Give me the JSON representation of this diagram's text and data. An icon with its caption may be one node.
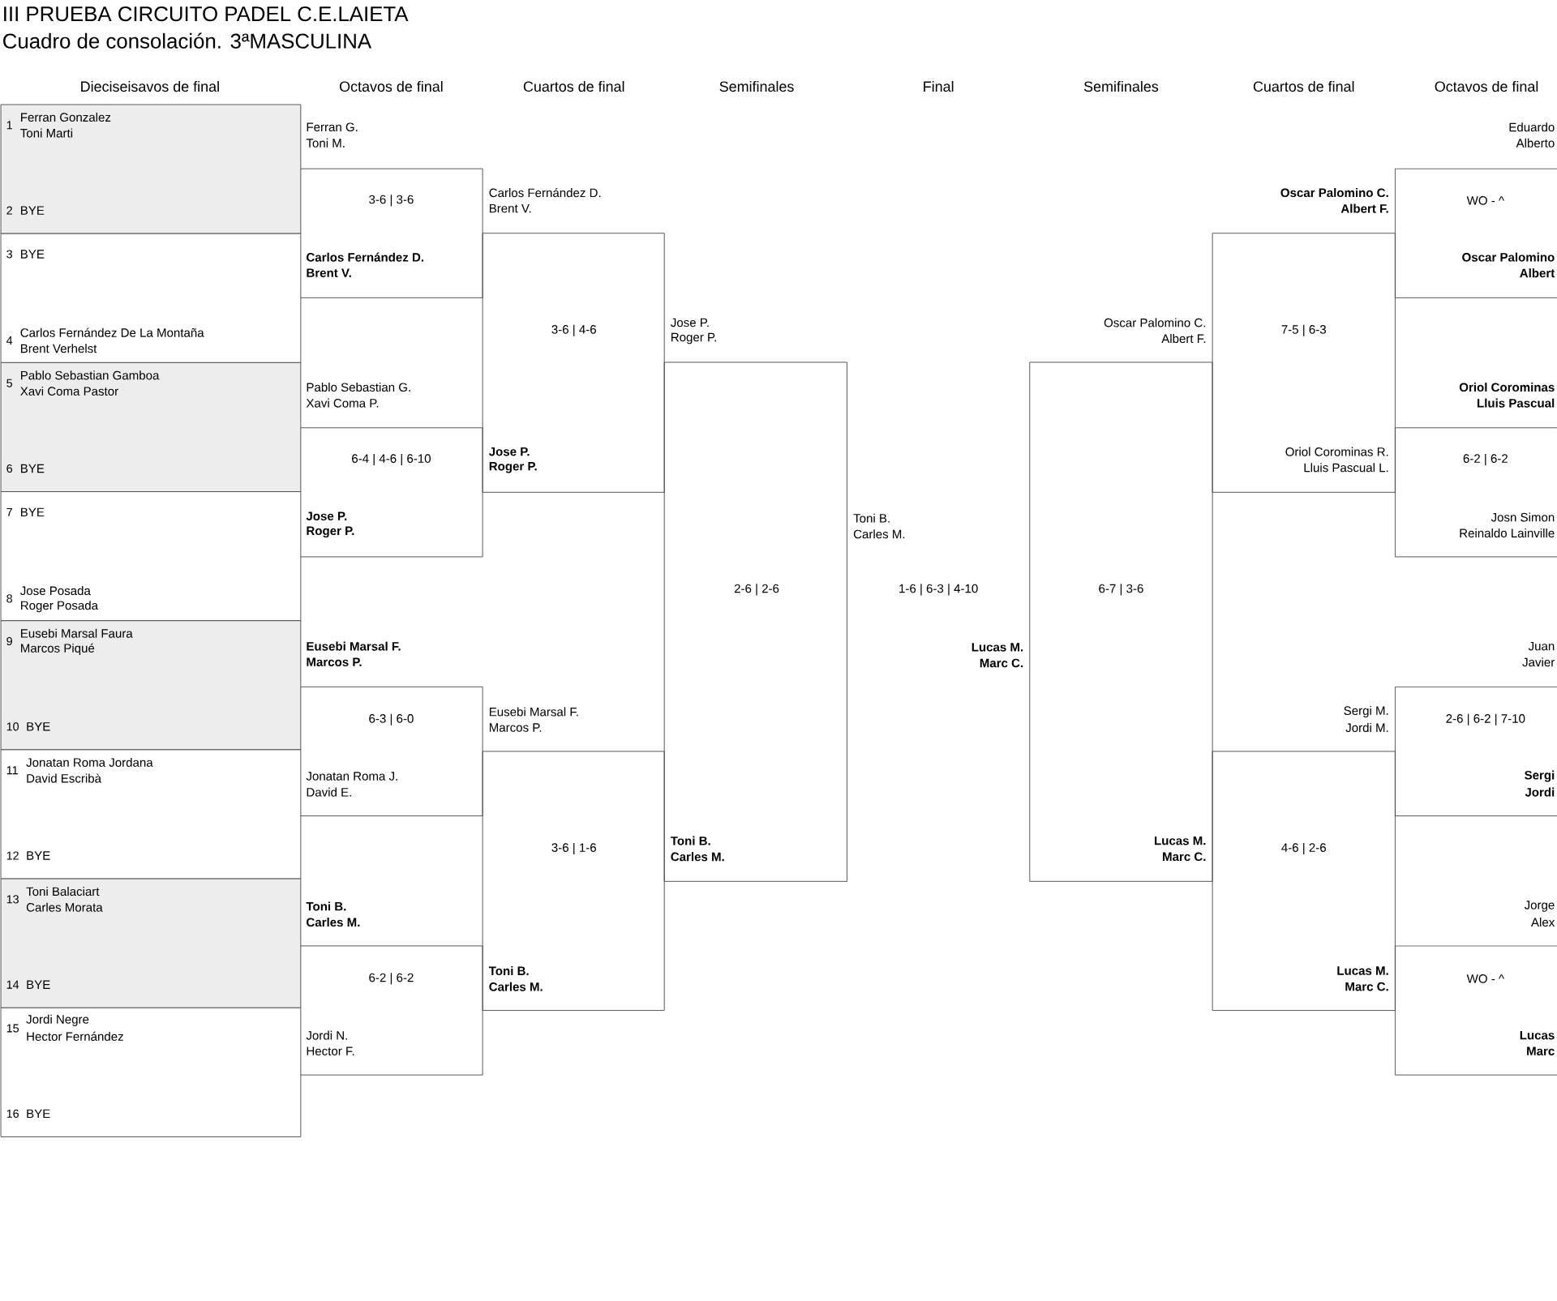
{
  "diagram": {
    "title": "III PRUEBA CIRCUITO PADEL C.E.LAIETA",
    "nodes": [
      {
        "text": [
          "1",
          "Ferran Gonzalez",
          "Toni Marti",
          "2",
          "BYE"
        ]
      },
      {
        "text": [
          "3",
          "BYE",
          "4",
          "Carlos Fernández De La Montaña",
          "Brent Verhelst"
        ]
      },
      {
        "text": [
          "5",
          "Pablo Sebastian Gamboa",
          "Xavi Coma Pastor",
          "6",
          "BYE"
        ]
      },
      {
        "text": [
          "7",
          "BYE",
          "8",
          "Jose Posada",
          "Roger Posada"
        ]
      },
      {
        "text": [
          "9",
          "Eusebi Marsal Faura",
          "Marcos Piqué",
          "10",
          "BYE"
        ]
      },
      {
        "text": [
          "11",
          "Jonatan Roma Jordana",
          "David Escribà",
          "12",
          "BYE"
        ]
      },
      {
        "text": [
          "13",
          "Toni Balaciart",
          "Carles Morata",
          "14",
          "BYE"
        ]
      },
      {
        "text": [
          "15",
          "Jordi Negre",
          "Hector Fernández",
          "16",
          "BYE"
        ]
      }
    ],
    "labels": [
      "Cuadro de consolación. 3ªMASCULINA",
      "Dieciseisavos de final",
      "Octavos de final",
      "Cuartos de final",
      "Semifinales",
      "Final",
      "Semifinales",
      "Cuartos de final",
      "Octavos de final",
      "Ferran G.",
      "Toni M.",
      "3-6 | 3-6",
      "Carlos Fernández D.",
      "Brent V.",
      "Pablo Sebastian G.",
      "Xavi Coma P.",
      "6-4 | 4-6 | 6-10",
      "Jose P.",
      "Roger P.",
      "Eusebi Marsal F.",
      "Marcos P.",
      "6-3 | 6-0",
      "Jonatan Roma J.",
      "David E.",
      "Toni B.",
      "Carles M.",
      "6-2 | 6-2",
      "Jordi N.",
      "Hector F.",
      "Carlos Fernández D.",
      "Brent V.",
      "3-6 | 4-6",
      "Jose P.",
      "Roger P.",
      "Eusebi Marsal F.",
      "Marcos P.",
      "3-6 | 1-6",
      "Toni B.",
      "Carles M.",
      "Jose P.",
      "Roger P.",
      "2-6 | 2-6",
      "Toni B.",
      "Carles M.",
      "Toni B.",
      "Carles M.",
      "1-6 | 6-3 | 4-10",
      "Lucas M.",
      "Marc C.",
      "Oscar Palomino C.",
      "Albert F.",
      "6-7 | 3-6",
      "Lucas M.",
      "Marc C.",
      "Oscar Palomino C.",
      "Albert F.",
      "7-5 | 6-3",
      "Oriol Corominas R.",
      "Lluis Pascual L.",
      "Sergi M.",
      "Jordi M.",
      "4-6 | 2-6",
      "Lucas M.",
      "Marc C.",
      "Eduardo",
      "Alberto",
      "WO - ^",
      "Oscar Palomino",
      "Albert",
      "Oriol Corominas",
      "Lluis Pascual",
      "6-2 | 6-2",
      "Josn Simon",
      "Reinaldo Lainville",
      "Juan",
      "Javier",
      "2-6 | 6-2 | 7-10",
      "Sergi",
      "Jordi",
      "Jorge",
      "Alex",
      "WO - ^",
      "Lucas",
      "Marc"
    ]
  }
}
